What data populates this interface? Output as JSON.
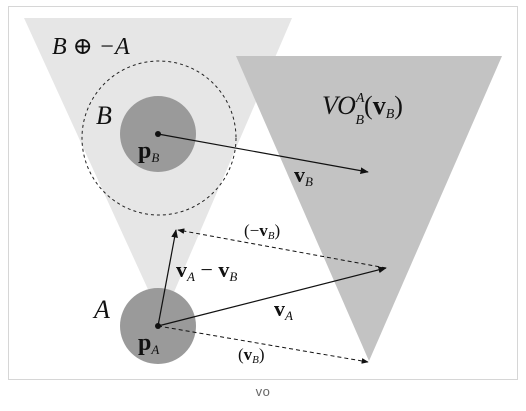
{
  "caption": "vo",
  "labels": {
    "minkowski": "B ⊕ −A",
    "b": "B",
    "a": "A",
    "vo_main": "VO",
    "vo_sup": "A",
    "vo_sub": "B",
    "vo_paren_open": "(",
    "vo_v": "v",
    "vo_v_sub": "B",
    "vo_paren_close": ")",
    "pb_p": "p",
    "pb_sub": "B",
    "pa_p": "p",
    "pa_sub": "A",
    "vb_v": "v",
    "vb_sub": "B",
    "va_v": "v",
    "va_sub": "A",
    "diff_va": "v",
    "diff_va_sub": "A",
    "diff_minus": " − ",
    "diff_vb": "v",
    "diff_vb_sub": "B",
    "neg_vb_open": "(−",
    "neg_vb_v": "v",
    "neg_vb_sub": "B",
    "neg_vb_close": ")",
    "pos_vb_open": "(",
    "pos_vb_v": "v",
    "pos_vb_sub": "B",
    "pos_vb_close": ")"
  },
  "colors": {
    "light_cone": "#e6e6e6",
    "vo_cone": "#c3c3c3",
    "disk": "#9a9a9a",
    "ink": "#111111"
  }
}
